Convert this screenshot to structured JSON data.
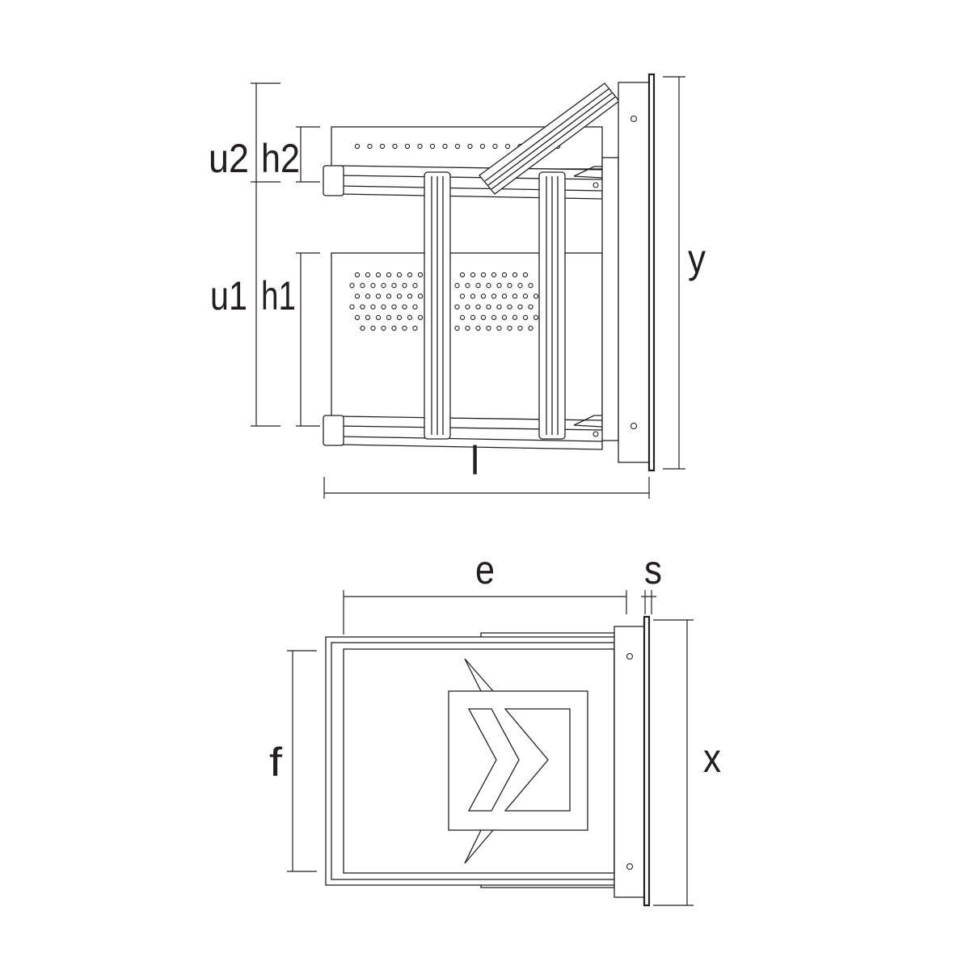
{
  "side_view": {
    "labels": {
      "u2": "u2",
      "h2": "h2",
      "u1": "u1",
      "h1": "h1",
      "l": "l",
      "y": "y"
    }
  },
  "top_view": {
    "labels": {
      "e": "e",
      "s": "s",
      "f": "f",
      "x": "x"
    }
  },
  "colors": {
    "line": "#231f20",
    "background": "#ffffff"
  }
}
